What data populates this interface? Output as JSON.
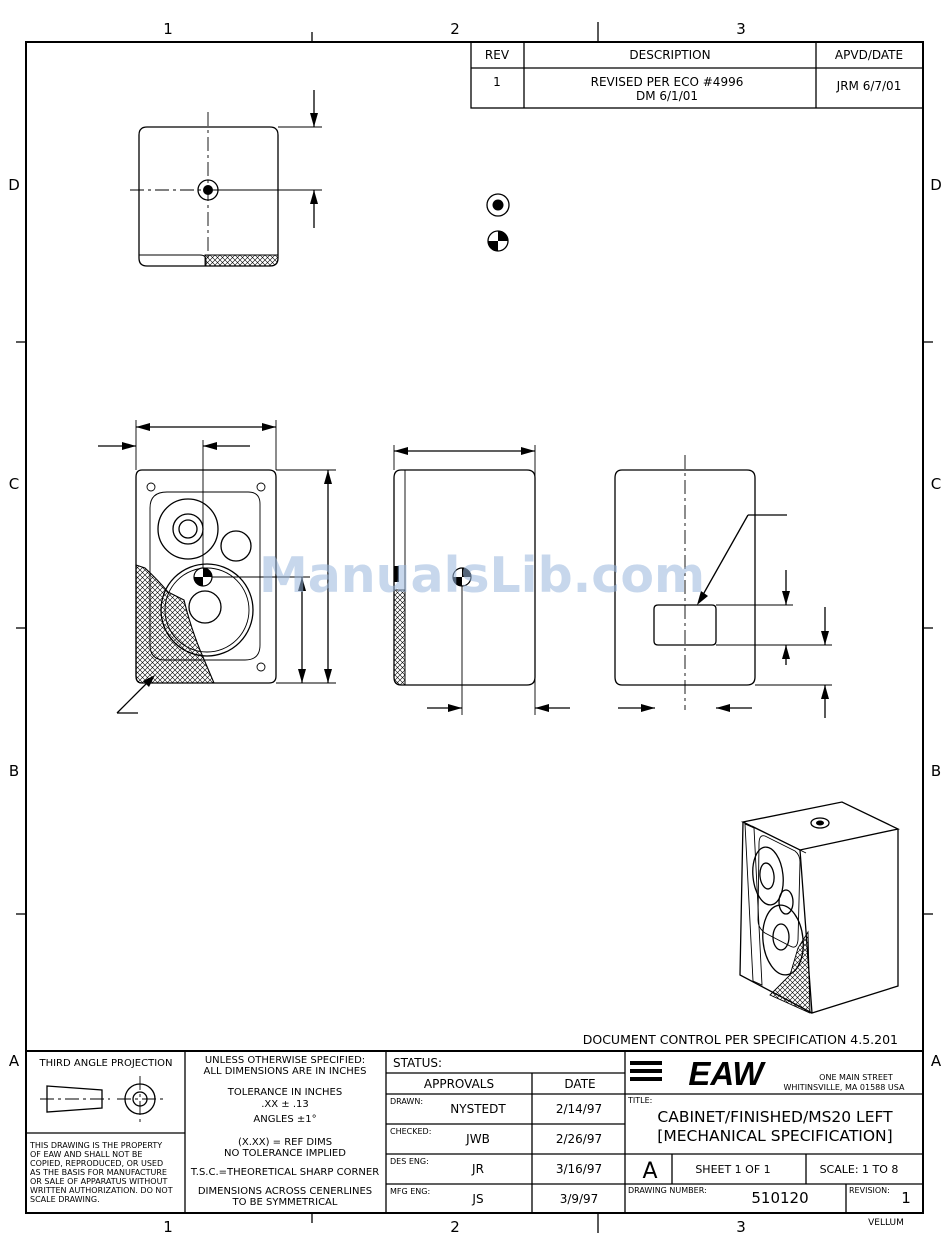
{
  "zones": {
    "columns": [
      "1",
      "2",
      "3"
    ],
    "rows": [
      "D",
      "C",
      "B",
      "A"
    ]
  },
  "revision_block": {
    "headers": {
      "rev": "REV",
      "description": "DESCRIPTION",
      "approved": "APVD/DATE"
    },
    "row": {
      "rev": "1",
      "description_line1": "REVISED PER ECO #4996",
      "description_line2": "DM 6/1/01",
      "approved": "JRM 6/7/01"
    }
  },
  "watermark": "ManualsLib.com",
  "document_control": "DOCUMENT CONTROL PER SPECIFICATION 4.5.201",
  "projection": {
    "label": "THIRD ANGLE PROJECTION",
    "property_notice": [
      "THIS DRAWING IS THE PROPERTY",
      "OF EAW AND SHALL NOT BE",
      "COPIED, REPRODUCED, OR USED",
      "AS THE BASIS FOR MANUFACTURE",
      "OR SALE OF APPARATUS WITHOUT",
      "WRITTEN AUTHORIZATION. DO NOT",
      "SCALE DRAWING."
    ]
  },
  "tolerances": {
    "lines": [
      "UNLESS OTHERWISE SPECIFIED:",
      "ALL DIMENSIONS ARE IN INCHES",
      "TOLERANCE IN INCHES",
      ".XX ± .13",
      "ANGLES ±1°",
      "(X.XX) = REF DIMS",
      "NO TOLERANCE IMPLIED",
      "T.S.C.=THEORETICAL SHARP CORNER",
      "DIMENSIONS ACROSS CENERLINES",
      "TO BE SYMMETRICAL"
    ]
  },
  "approvals": {
    "status_label": "STATUS:",
    "header_approvals": "APPROVALS",
    "header_date": "DATE",
    "rows": [
      {
        "role": "DRAWN:",
        "name": "NYSTEDT",
        "date": "2/14/97"
      },
      {
        "role": "CHECKED:",
        "name": "JWB",
        "date": "2/26/97"
      },
      {
        "role": "DES ENG:",
        "name": "JR",
        "date": "3/16/97"
      },
      {
        "role": "MFG ENG:",
        "name": "JS",
        "date": "3/9/97"
      }
    ]
  },
  "company": {
    "logo": "EAW",
    "address_line1": "ONE MAIN STREET",
    "address_line2": "WHITINSVILLE, MA 01588 USA"
  },
  "title_block": {
    "title_label": "TITLE:",
    "title_line1": "CABINET/FINISHED/MS20 LEFT",
    "title_line2": "[MECHANICAL SPECIFICATION]",
    "size": "A",
    "sheet": "SHEET 1 OF 1",
    "scale": "SCALE: 1 TO 8",
    "drawing_number_label": "DRAWING NUMBER:",
    "drawing_number": "510120",
    "revision_label": "REVISION:",
    "revision": "1"
  },
  "media": "VELLUM",
  "colors": {
    "line": "#000000",
    "hatch": "#000000",
    "watermark": "#9ab8de"
  }
}
